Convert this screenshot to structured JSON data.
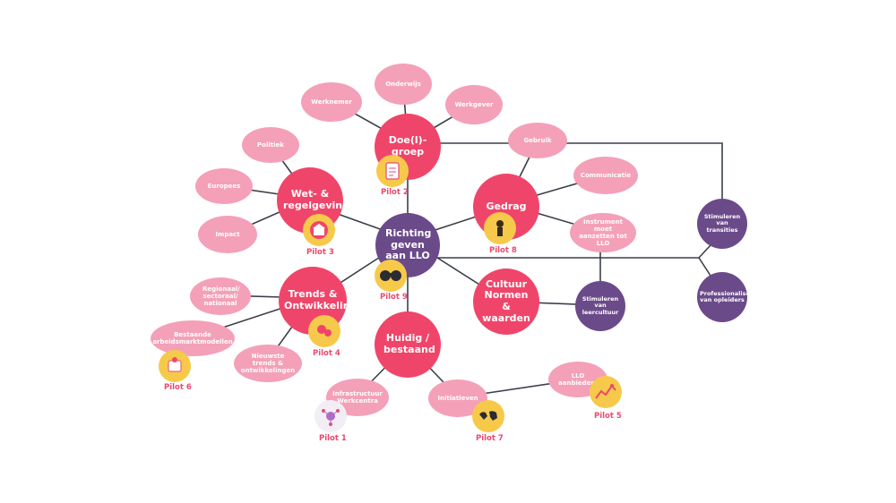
{
  "center": "Richting geven aan LLO",
  "hubs": {
    "doelgroep": "Doe(l)-groep",
    "wet": "Wet- & regelgeving",
    "gedrag": "Gedrag",
    "trends": "Trends & Ontwikkeling",
    "cultuur": "Cultuur Normen & waarden",
    "huidig": "Huidig / bestaand"
  },
  "leaves": {
    "onderwijs": "Onderwijs",
    "werknemer": "Werknemer",
    "werkgever": "Werkgever",
    "politiek": "Politiek",
    "europees": "Europees",
    "impact": "Impact",
    "gebruik": "Gebruik",
    "communicatie": "Communicatie",
    "instrument": "Instrument moet aanzetten tot LLO",
    "regionaal": "Regionaal/ sectoraal/ nationaal",
    "bestaande": "Bestaande arbeidsmarktmodellen",
    "nieuwste": "Nieuwste trends & ontwikkelingen",
    "infrastructuur": "Infrastructuur Werkcentra",
    "initiatieven": "Initiatieven",
    "llo_aanbieders": "LLO aanbieders"
  },
  "purple": {
    "transities": "Stimuleren van transities",
    "professionaliseren": "Professionaliseren van opleiders",
    "leercultuur": "Stimuleren van leercultuur"
  },
  "pilots": {
    "p1": "Pilot 1",
    "p2": "Pilot 2",
    "p3": "Pilot 3",
    "p4": "Pilot 4",
    "p5": "Pilot 5",
    "p6": "Pilot 6",
    "p7": "Pilot 7",
    "p8": "Pilot 8",
    "p9": "Pilot 9"
  },
  "colors": {
    "hub": "#f0456a",
    "leaf": "#f4a0b8",
    "accent_purple": "#6b4a8a",
    "pilot_icon": "#f6c94a",
    "pilot_text": "#e94a70",
    "line": "#3a3f4a"
  }
}
